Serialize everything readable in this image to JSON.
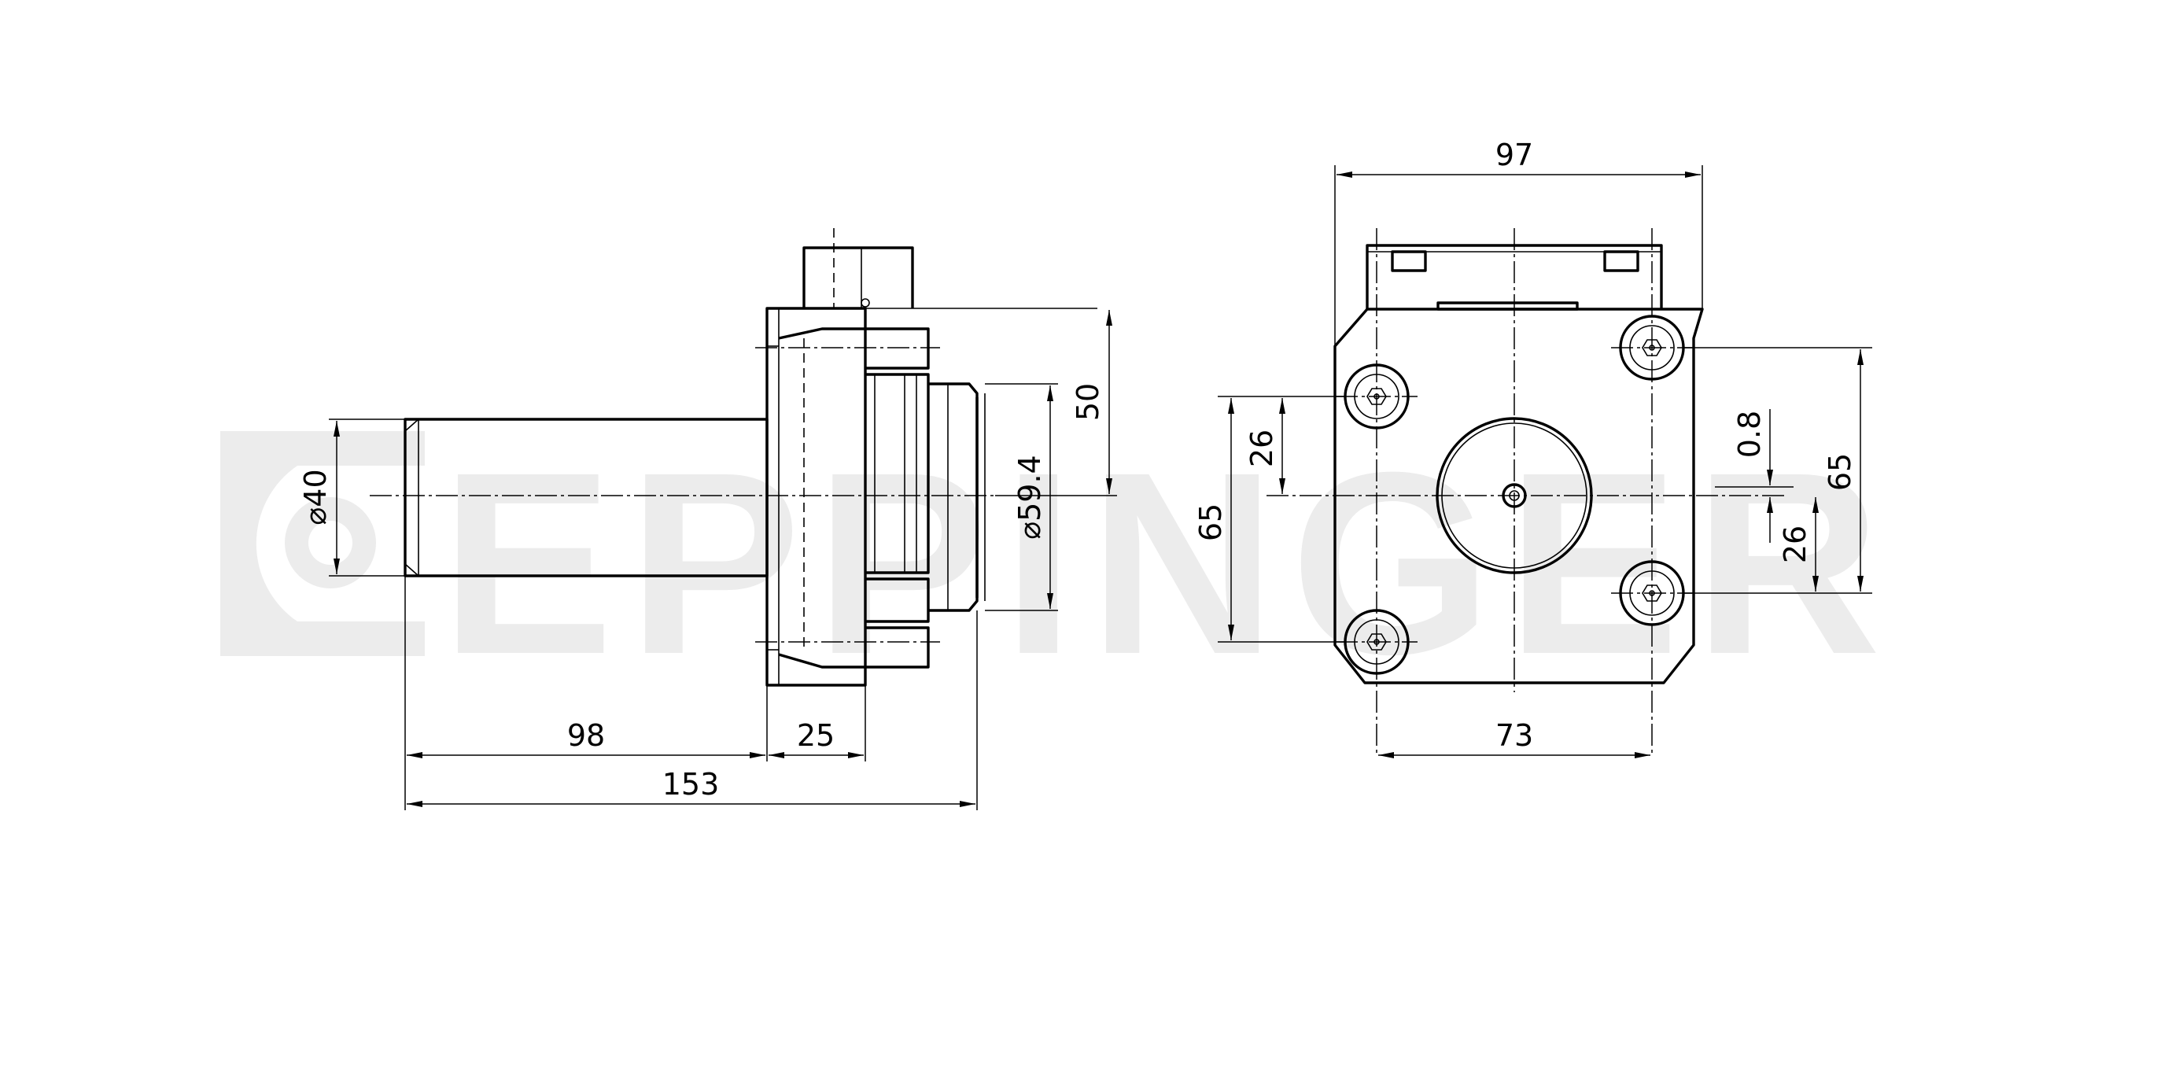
{
  "watermark": {
    "logo_icon": "eppinger-swirl-logo",
    "brand_text": "EPPINGER",
    "color": "#ececec"
  },
  "line_color": "#000000",
  "side_view": {
    "dimensions": {
      "shank_diameter": "⌀40",
      "head_diameter": "⌀59.4",
      "height_to_center": "50",
      "shank_length": "98",
      "flange_width": "25",
      "overall_length": "153"
    }
  },
  "front_view": {
    "dimensions": {
      "overall_width": "97",
      "bolt_spacing_horizontal": "73",
      "bolt_spacing_vertical_left": "65",
      "offset_upper_left": "26",
      "bolt_spacing_vertical_right": "65",
      "offset_lower_right": "26",
      "center_offset": "0.8"
    }
  }
}
